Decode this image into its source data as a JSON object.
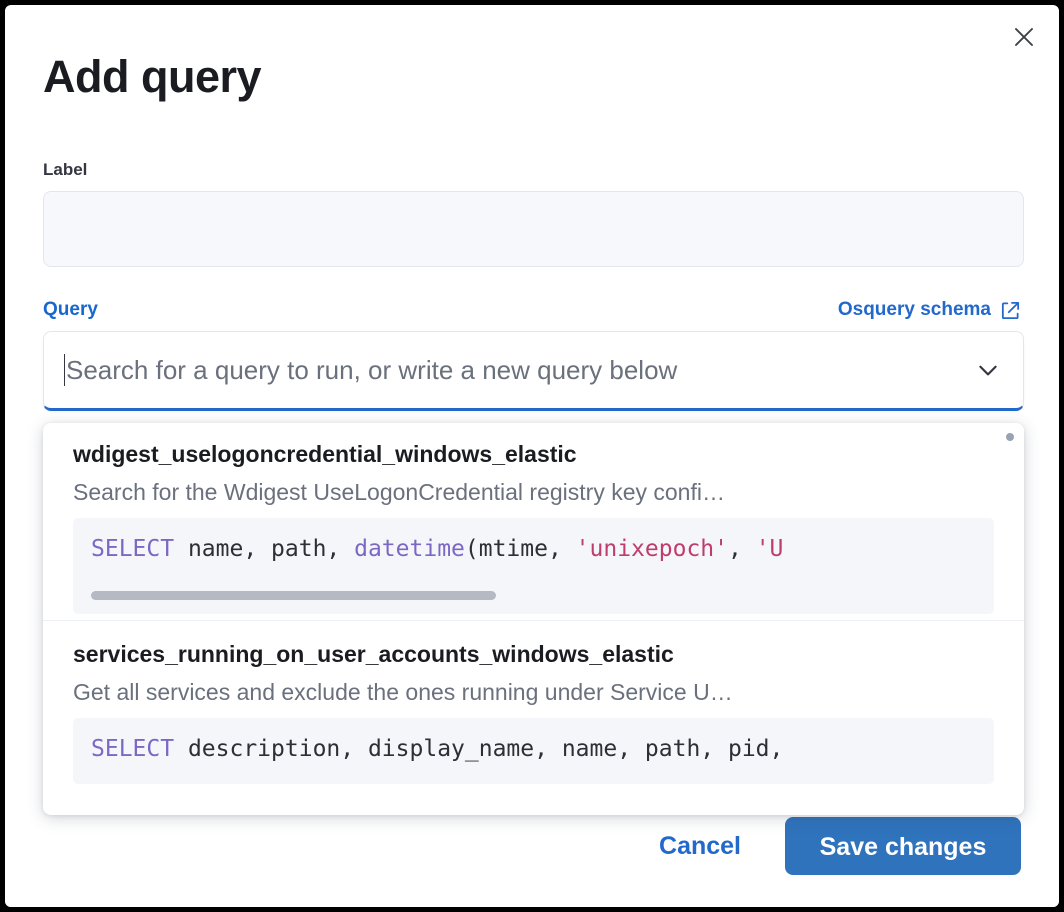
{
  "modal": {
    "title": "Add query",
    "close_icon": "close-icon"
  },
  "label_field": {
    "label": "Label",
    "value": "",
    "placeholder": ""
  },
  "query_field": {
    "label": "Query",
    "schema_link": "Osquery schema",
    "schema_link_icon": "external-link-icon",
    "combo_placeholder": "Search for a query to run, or write a new query below",
    "combo_value": "",
    "caret_icon": "chevron-down-icon"
  },
  "dropdown": {
    "scroll_indicator": "vertical-scrollbar-thumb",
    "items": [
      {
        "title": "wdigest_uselogoncredential_windows_elastic",
        "description": "Search for the Wdigest UseLogonCredential registry key confi…",
        "code": {
          "tokens": [
            {
              "t": "SELECT",
              "c": "kw"
            },
            {
              "t": " name, path, ",
              "c": "pl"
            },
            {
              "t": "datetime",
              "c": "fn"
            },
            {
              "t": "(mtime, ",
              "c": "pl"
            },
            {
              "t": "'unixepoch'",
              "c": "str"
            },
            {
              "t": ", ",
              "c": "pl"
            },
            {
              "t": "'U",
              "c": "str"
            }
          ],
          "has_scrollbar": true
        }
      },
      {
        "title": "services_running_on_user_accounts_windows_elastic",
        "description": "Get all services and exclude the ones running under Service U…",
        "code": {
          "tokens": [
            {
              "t": "SELECT",
              "c": "kw"
            },
            {
              "t": " description, display_name, name, path, pid,",
              "c": "pl"
            }
          ],
          "has_scrollbar": false
        }
      }
    ]
  },
  "footer": {
    "cancel_label": "Cancel",
    "save_label": "Save changes"
  },
  "colors": {
    "accent": "#2269cb",
    "save_button": "#2f73bd",
    "code_keyword": "#7c68c4",
    "code_string": "#bd3d6b",
    "panel_background": "#f5f6fa"
  }
}
